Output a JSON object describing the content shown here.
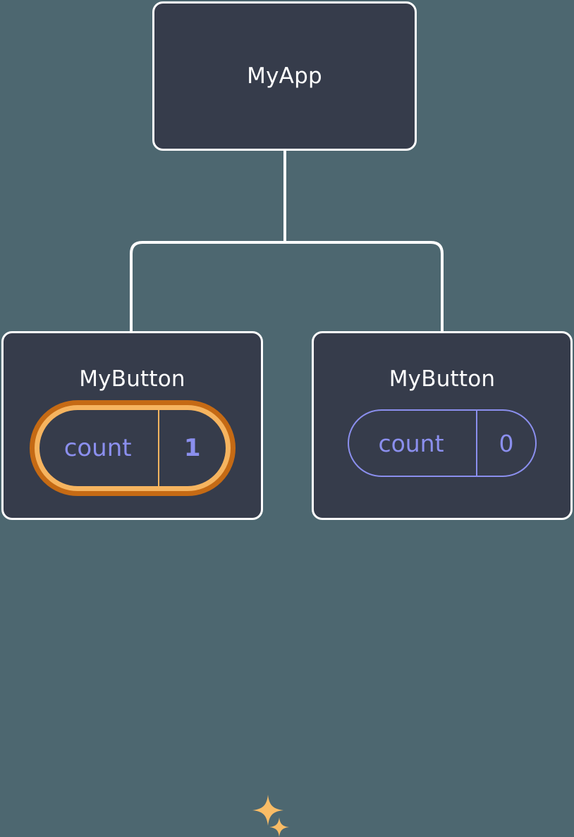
{
  "diagram": {
    "type": "component-tree",
    "background_color": "#4d6770",
    "node_fill_color": "#363c4b",
    "node_border_color": "#ffffff",
    "connector_color": "#ffffff",
    "accent_state_color": "#8b8fee",
    "highlight_outer_color": "#c56a14",
    "highlight_inner_color": "#f6b45f",
    "sparkle_color": "#f9bc66"
  },
  "root": {
    "title": "MyApp"
  },
  "children": [
    {
      "title": "MyButton",
      "state": {
        "label": "count",
        "value": "1"
      },
      "highlighted": true,
      "sparkles": [
        {
          "name": "sparkle-large"
        },
        {
          "name": "sparkle-small"
        }
      ]
    },
    {
      "title": "MyButton",
      "state": {
        "label": "count",
        "value": "0"
      },
      "highlighted": false
    }
  ]
}
